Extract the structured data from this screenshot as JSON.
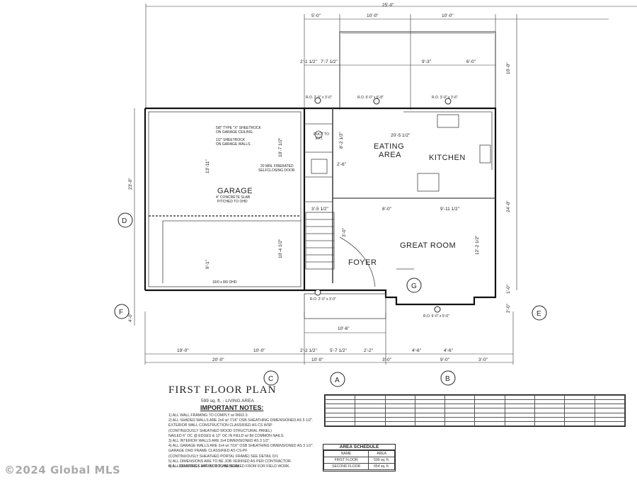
{
  "plan": {
    "title": "FIRST FLOOR PLAN",
    "subtitle": "599 sq. ft. - LIVING AREA",
    "important_notes_heading": "IMPORTANT NOTES:",
    "notes": [
      "1) ALL WALL FRAMING TO COMPLY w/ R602.3.",
      "2) ALL SHADED WALLS ARE 2x6 w/ 7/16\" OSB SHEATHING DIMENSIONED AS 5 1/2\".",
      "   EXTERIOR WALL CONSTRUCTION CLASSIFIED AS CS WSP",
      "   (CONTINUOUSLY SHEATHED WOOD STRUCTURAL PANEL)",
      "   NAILED 6\" OC @ EDGES & 12\" OC IN FIELD w/ 8d COMMON NAILS.",
      "3) ALL INTERIOR WALLS ARE 2x4 DIMENSIONED AS 3 1/2\".",
      "4) ALL GARAGE WALLS ARE 2x4 w/ 7/16\" OSB SHEATHING DIMENSIONED AS 3 1/2\".",
      "   GARAGE OHD FRAME CLASSIFIED AS CS-PF",
      "   (CONTINUOUSLY SHEATHED PORTAL FRAME) SEE DETAIL D/1",
      "5) ALL DIMENSIONS ARE TO BE JOB VERIFIED AS PER CONTRACTOR.",
      "6) ALL DRAWINGS ARE NOT TO BE SCALED FROM FOR FIELD WORK."
    ],
    "ml_note": "M.L. - DENOTES 1 3/4\" MICROLAM BEAM",
    "watermark": "©2024 Global MLS"
  },
  "rooms": {
    "garage": "GARAGE",
    "eating_area_1": "EATING",
    "eating_area_2": "AREA",
    "kitchen": "KITCHEN",
    "great_room": "GREAT ROOM",
    "foyer": "FOYER"
  },
  "labels": {
    "sheetrock_1": "5/8\" TYPE \"X\" SHEETROCK",
    "sheetrock_2": "ON GARAGE CEILING.",
    "sheetrock_3": "1/2\" SHEETROCK",
    "sheetrock_4": "ON GARAGE WALLS.",
    "door_1": "20 MIN. FIBERATED",
    "door_2": "SELFCLOSING DOOR",
    "slab_1": "4\" CONCRETE SLAB",
    "slab_2": "PITCHED TO OHD",
    "duct_1": "DUCT TO",
    "duct_2": "EXT.",
    "ohd": "16/0 x 8/0 OHD",
    "ro_top_left": "R.O. 2'-0\" x 3'-0\"",
    "ro_top_mid": "R.O. 6'-0\" x 6'-8\"",
    "ro_top_right": "R.O. 3'-0\" x 3'-6\"",
    "ro_bottom_left": "R.O. 2'-0\" x 3'-0\"",
    "ro_bottom_right": "R.O. 6'-0\" x 5'-6\""
  },
  "dimensions": {
    "top": [
      "5'-0\"",
      "10'-0\"",
      "10'-0\"",
      "25'-0\""
    ],
    "top_inner": [
      "2'-1 1/2\"",
      "7'-7 1/2\"",
      "9'-3\"",
      "6'-0\""
    ],
    "bottom_row1": [
      "10'-6\""
    ],
    "bottom_row2": [
      "19'-0\"",
      "10'-0\"",
      "2'-2 1/2\"",
      "5'-7 1/2\"",
      "2'-2\"",
      "4'-6\"",
      "4'-6\""
    ],
    "bottom_row3": [
      "20'-0\"",
      "10'-0\"",
      "3'-0\"",
      "9'-0\"",
      "3'-0\""
    ],
    "left": [
      "23'-0\"",
      "4'-0\""
    ],
    "right": [
      "10'-0\"",
      "24'-0\"",
      "1'-0\"",
      "2'-0\""
    ],
    "interior": [
      "20'-5 1/2\"",
      "9'-11 1/2\"",
      "8'-0\"",
      "12'-2 1/2\"",
      "13'-11\"",
      "9'-1\"",
      "10'-4 1/2\"",
      "10'-7 1/2\"",
      "3'-5 1/2\"",
      "2'-6\"",
      "8'-2 1/2\"",
      "3'-0\""
    ]
  },
  "markers": {
    "D": "D",
    "F": "F",
    "E": "E",
    "C": "C",
    "A": "A",
    "B": "B",
    "G": "G"
  },
  "area_schedule": {
    "heading": "AREA SCHEDULE",
    "col1": "NAME",
    "col2": "AREA",
    "row1_name": "FIRST FLOOR",
    "row1_area": "599 sq. ft.",
    "row2_name": "SECOND FLOOR",
    "row2_area": "654 sq. ft."
  }
}
